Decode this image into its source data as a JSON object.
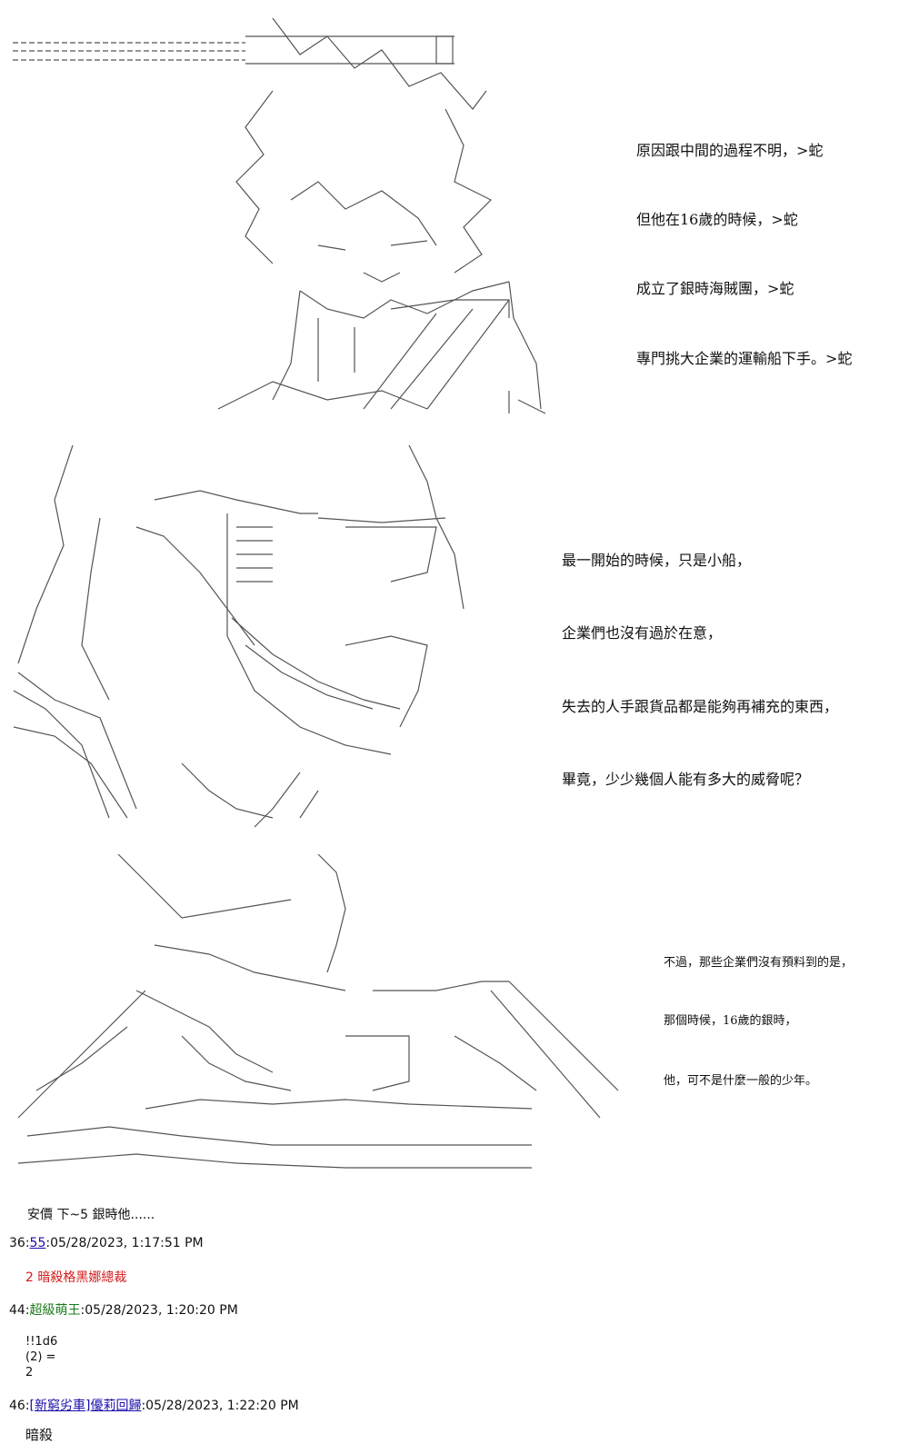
{
  "panel1": {
    "narration": [
      "原因跟中間的過程不明，>蛇",
      "但他在16歲的時候，>蛇",
      "成立了銀時海賊團，>蛇",
      "專門挑大企業的運輸船下手。>蛇"
    ]
  },
  "panel2": {
    "narration": [
      "最一開始的時候，只是小船，",
      "企業們也沒有過於在意，",
      "失去的人手跟貨品都是能夠再補充的東西，",
      "畢竟，少少幾個人能有多大的威脅呢？"
    ]
  },
  "panel3": {
    "narration": [
      "不過，那些企業們沒有預料到的是，",
      "那個時候，16歲的銀時，",
      "他，可不是什麼一般的少年。"
    ]
  },
  "caption": "安價 下~5 銀時他......",
  "posts": [
    {
      "number": "36:",
      "name": "55",
      "timestamp": ":05/28/2023, 1:17:51 PM",
      "body": "2 暗殺格黑娜總裁"
    },
    {
      "number": "44:",
      "name": "超級萌王",
      "timestamp": ":05/28/2023, 1:20:20 PM",
      "body_lines": [
        "!!1d6",
        "(2) =",
        "2"
      ]
    },
    {
      "number": "46:",
      "name": "[新窮劣車]優莉回歸",
      "timestamp": ":05/28/2023, 1:22:20 PM",
      "body": "暗殺"
    }
  ],
  "colors": {
    "link": "#1a0dab",
    "name_green": "#1a7a1a",
    "vote_red": "#d41a1a"
  }
}
